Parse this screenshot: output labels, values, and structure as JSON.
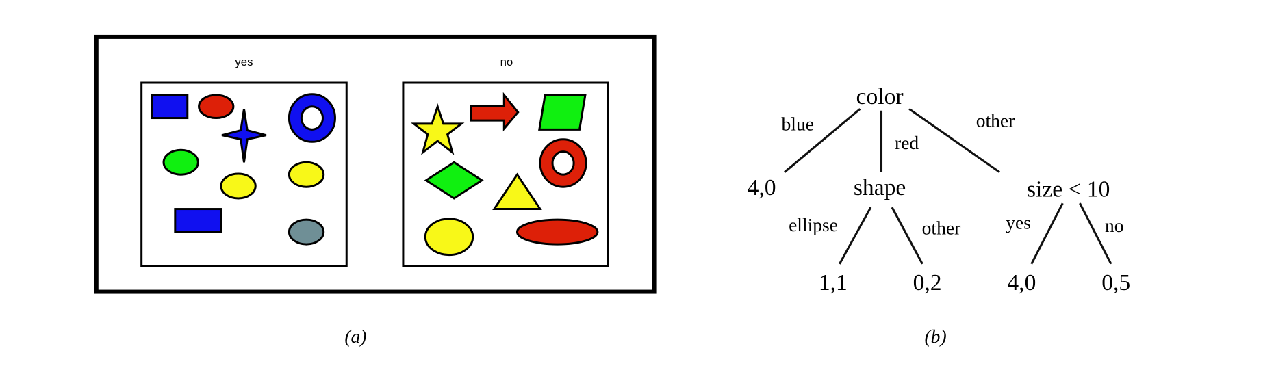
{
  "panel_a": {
    "caption": "(a)",
    "yes_label": "yes",
    "no_label": "no",
    "colors": {
      "blue": "#1010f0",
      "red": "#dd2008",
      "green": "#10f010",
      "yellow": "#f8f818",
      "gray": "#6f8f96"
    }
  },
  "panel_b": {
    "caption": "(b)",
    "root": "color",
    "edges": {
      "blue": "blue",
      "red": "red",
      "other": "other",
      "ellipse": "ellipse",
      "shape_other": "other",
      "yes": "yes",
      "no": "no"
    },
    "nodes": {
      "blue_leaf": "4,0",
      "shape": "shape",
      "size": "size < 10",
      "ellipse_leaf": "1,1",
      "other_leaf": "0,2",
      "yes_leaf": "4,0",
      "no_leaf": "0,5"
    }
  }
}
